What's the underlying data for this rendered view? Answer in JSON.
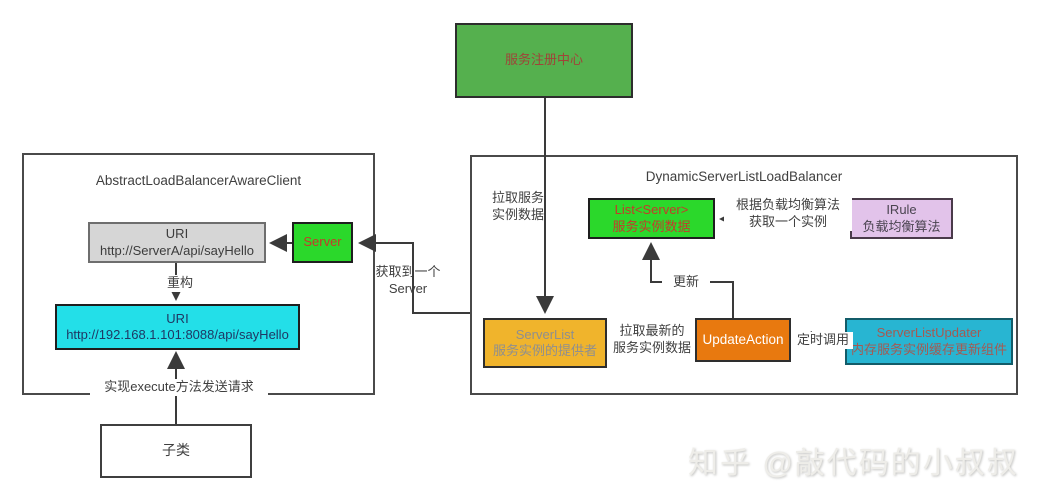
{
  "registry": {
    "label": "服务注册中心"
  },
  "client": {
    "title": "AbstractLoadBalancerAwareClient",
    "uri_box": {
      "line1": "URI",
      "line2": "http://ServerA/api/sayHello"
    },
    "server_box": {
      "label": "Server"
    },
    "rebuild_label": "重构",
    "resolved_uri_box": {
      "line1": "URI",
      "line2": "http://192.168.1.101:8088/api/sayHello"
    },
    "execute_label": "实现execute方法发送请求",
    "subclass": {
      "label": "子类"
    }
  },
  "balancer": {
    "title": "DynamicServerListLoadBalancer",
    "pull_label": {
      "line1": "拉取服务",
      "line2": "实例数据"
    },
    "list_server_box": {
      "line1": "List<Server>",
      "line2": "服务实例数据"
    },
    "rule_label": {
      "line1": "根据负载均衡算法",
      "line2": "获取一个实例"
    },
    "irule_box": {
      "line1": "IRule",
      "line2": "负载均衡算法"
    },
    "update_label": "更新",
    "server_list_box": {
      "line1": "ServerList",
      "line2": "服务实例的提供者"
    },
    "pull_latest_label": {
      "line1": "拉取最新的",
      "line2": "服务实例数据"
    },
    "update_action_box": {
      "label": "UpdateAction"
    },
    "timer_label": "定时调用",
    "updater_box": {
      "line1": "ServerListUpdater",
      "line2": "内存服务实例缓存更新组件"
    }
  },
  "connector_get_server": {
    "line1": "获取到一个",
    "line2": "Server"
  },
  "watermark": "知乎 @敲代码的小叔叔",
  "colors": {
    "registry_green": "#55b04e",
    "bright_green": "#2bd82b",
    "red_text": "#c43b2b",
    "gray_box": "#d6d6d6",
    "cyan_box": "#23dfe8",
    "navy_text": "#1f3864",
    "gold_box": "#f0b42c",
    "orange_box": "#e8790f",
    "teal_box": "#28b5d2",
    "lavender_box": "#e2c3ea",
    "line": "#3a3a3a"
  }
}
